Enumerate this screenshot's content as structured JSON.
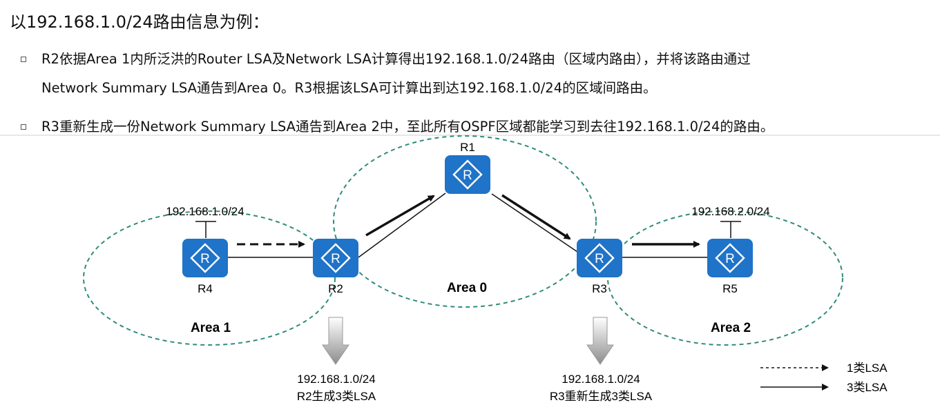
{
  "title": "以192.168.1.0/24路由信息为例：",
  "bullets": {
    "b1_line1": "R2依据Area 1内所泛洪的Router LSA及Network LSA计算得出192.168.1.0/24路由（区域内路由），并将该路由通过",
    "b1_line2": "Network Summary LSA通告到Area 0。R3根据该LSA可计算出到达192.168.1.0/24的区域间路由。",
    "b2": "R3重新生成一份Network Summary LSA通告到Area 2中，至此所有OSPF区域都能学习到去往192.168.1.0/24的路由。"
  },
  "diagram": {
    "routers": {
      "r1": "R1",
      "r2": "R2",
      "r3": "R3",
      "r4": "R4",
      "r5": "R5"
    },
    "router_icon_letter": "R",
    "areas": {
      "area0": "Area 0",
      "area1": "Area 1",
      "area2": "Area 2"
    },
    "networks": {
      "net_r4": "192.168.1.0/24",
      "net_r5": "192.168.2.0/24"
    },
    "outputs": {
      "r2_network": "192.168.1.0/24",
      "r2_caption": "R2生成3类LSA",
      "r3_network": "192.168.1.0/24",
      "r3_caption": "R3重新生成3类LSA"
    },
    "legend": {
      "dashed": "1类LSA",
      "solid": "3类LSA"
    },
    "colors": {
      "router": "#1f73c8",
      "area_border": "#2e8b7a",
      "arrow": "#111111"
    }
  }
}
